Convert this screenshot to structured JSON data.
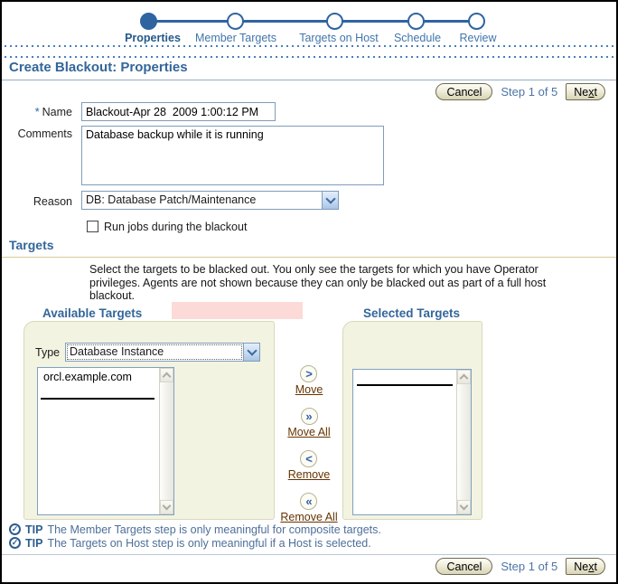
{
  "train": {
    "steps": [
      {
        "label": "Properties",
        "current": true
      },
      {
        "label": "Member Targets",
        "current": false
      },
      {
        "label": "Targets on Host",
        "current": false
      },
      {
        "label": "Schedule",
        "current": false
      },
      {
        "label": "Review",
        "current": false
      }
    ]
  },
  "page_title": "Create Blackout: Properties",
  "nav": {
    "cancel_label": "Cancel",
    "step_text": "Step 1 of 5",
    "next_pre": "Ne",
    "next_accel": "x",
    "next_post": "t"
  },
  "form": {
    "required_marker": "*",
    "name_label": "Name",
    "name_value": "Blackout-Apr 28  2009 1:00:12 PM",
    "comments_label": "Comments",
    "comments_value": "Database backup while it is running",
    "reason_label": "Reason",
    "reason_value": "DB: Database Patch/Maintenance",
    "run_jobs_label": "Run jobs during the blackout"
  },
  "targets": {
    "section_title": "Targets",
    "description": "Select the targets to be blacked out. You only see the targets for which you have Operator privileges. Agents are not shown because they can only be blacked out as part of a full host blackout.",
    "available_title": "Available Targets",
    "selected_title": "Selected Targets",
    "type_label": "Type",
    "type_value": "Database Instance",
    "available_items": [
      "orcl.example.com"
    ],
    "selected_items": [],
    "shuttle_buttons": [
      {
        "label": "Move",
        "icon": ">"
      },
      {
        "label": "Move All",
        "icon": "»"
      },
      {
        "label": "Remove",
        "icon": "<"
      },
      {
        "label": "Remove All",
        "icon": "«"
      }
    ]
  },
  "tips": [
    {
      "prefix": "TIP",
      "icon": "✓",
      "text": "The Member Targets step is only meaningful for composite targets."
    },
    {
      "prefix": "TIP",
      "icon": "✓",
      "text": "The Targets on Host step is only meaningful if a Host is selected."
    }
  ],
  "colors": {
    "accent_blue": "#336699",
    "train_blue": "#2f64a0",
    "step_text_blue": "#4d74a4",
    "link_brown": "#663300",
    "panel_beige": "#f3f3e1",
    "highlight_pink": "#fbdad8",
    "button_face": "#e8e5d0"
  }
}
